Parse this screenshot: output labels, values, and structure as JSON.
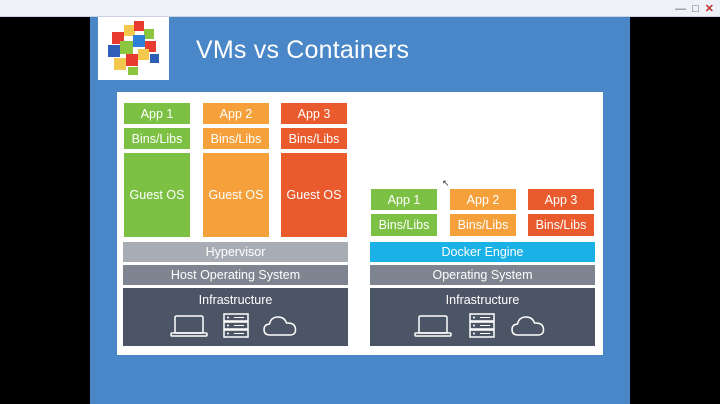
{
  "slide": {
    "title": "VMs vs Containers",
    "vm_stack": {
      "apps": [
        {
          "app": "App 1",
          "libs": "Bins/Libs",
          "os": "Guest OS"
        },
        {
          "app": "App 2",
          "libs": "Bins/Libs",
          "os": "Guest OS"
        },
        {
          "app": "App 3",
          "libs": "Bins/Libs",
          "os": "Guest OS"
        }
      ],
      "hypervisor": "Hypervisor",
      "host_os": "Host Operating System",
      "infrastructure": "Infrastructure"
    },
    "container_stack": {
      "apps": [
        {
          "app": "App 1",
          "libs": "Bins/Libs"
        },
        {
          "app": "App 2",
          "libs": "Bins/Libs"
        },
        {
          "app": "App 3",
          "libs": "Bins/Libs"
        }
      ],
      "engine": "Docker Engine",
      "os": "Operating System",
      "infrastructure": "Infrastructure"
    }
  },
  "colors": {
    "slide_background": "#4a87c8",
    "app1": "#7cc143",
    "app2": "#f5a03a",
    "app3": "#e95a2c",
    "hypervisor": "#a8adb5",
    "docker_engine": "#1ab1e6",
    "operating_system": "#7e8590",
    "infrastructure": "#4c5565"
  },
  "icons": [
    "logo-cubes-icon",
    "laptop-icon",
    "server-icon",
    "cloud-icon"
  ]
}
